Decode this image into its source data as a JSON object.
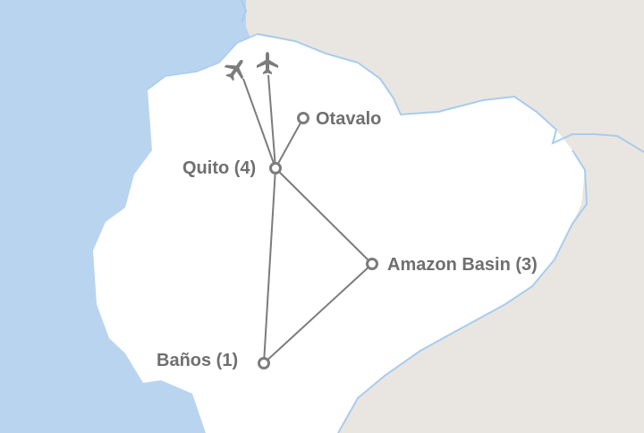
{
  "colors": {
    "ocean": "#b9d4ef",
    "neighbor_land": "#e9e6e1",
    "country": "#ffffff",
    "border": "#a9ccec",
    "route": "#7c7c7c",
    "marker": "#7c7c7c",
    "label": "#6f6f6f"
  },
  "places": [
    {
      "id": "otavalo",
      "label": "Otavalo",
      "icon": "location-ring-icon"
    },
    {
      "id": "quito",
      "label": "Quito (4)",
      "icon": "location-ring-icon"
    },
    {
      "id": "amazon",
      "label": "Amazon Basin (3)",
      "icon": "location-ring-icon"
    },
    {
      "id": "banos",
      "label": "Baños (1)",
      "icon": "location-ring-icon"
    }
  ],
  "flights": [
    {
      "icon": "airplane-arrival-icon"
    },
    {
      "icon": "airplane-departure-icon"
    }
  ],
  "routes": [
    {
      "from": "arrival",
      "to": "quito",
      "mode": "flight"
    },
    {
      "from": "departure",
      "to": "quito",
      "mode": "flight"
    },
    {
      "from": "quito",
      "to": "otavalo",
      "mode": "ground"
    },
    {
      "from": "quito",
      "to": "amazon",
      "mode": "ground"
    },
    {
      "from": "quito",
      "to": "banos",
      "mode": "ground"
    },
    {
      "from": "amazon",
      "to": "banos",
      "mode": "ground"
    }
  ]
}
